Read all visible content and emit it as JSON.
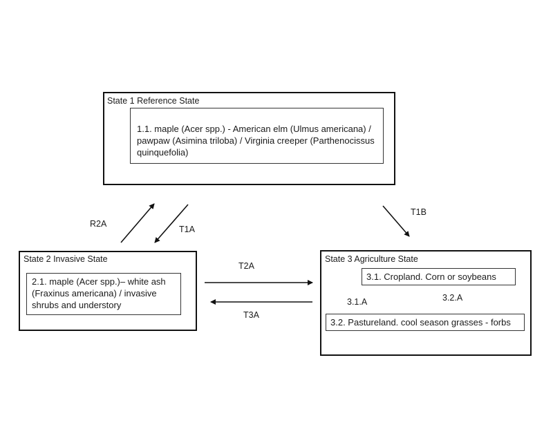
{
  "states": [
    {
      "title": "State 1 Reference State",
      "phases": [
        "1.1. maple (Acer spp.) - American elm (Ulmus americana) / pawpaw (Asimina triloba)  / Virginia creeper (Parthenocissus quinquefolia)"
      ]
    },
    {
      "title": "State 2 Invasive State",
      "phases": [
        "2.1. maple (Acer spp.)– white ash (Fraxinus americana) / invasive shrubs and understory"
      ]
    },
    {
      "title": "State 3  Agriculture State",
      "phases": [
        "3.1. Cropland. Corn or soybeans",
        "3.2. Pastureland. cool season grasses - forbs"
      ]
    }
  ],
  "transitions": [
    {
      "label": "R2A",
      "from": "State 2",
      "to": "State 1"
    },
    {
      "label": "T1A",
      "from": "State 1",
      "to": "State 2"
    },
    {
      "label": "T1B",
      "from": "State 1",
      "to": "State 3"
    },
    {
      "label": "T2A",
      "from": "State 2",
      "to": "State 3"
    },
    {
      "label": "T3A",
      "from": "State 3",
      "to": "State 2"
    },
    {
      "label": "3.1.A",
      "from": "3.1",
      "to": "3.2"
    },
    {
      "label": "3.2.A",
      "from": "3.2",
      "to": "3.1"
    }
  ]
}
